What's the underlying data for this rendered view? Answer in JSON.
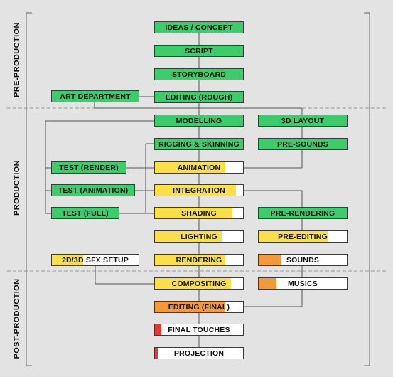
{
  "colors": {
    "green": "#3ccc6c",
    "yellow": "#f9e04a",
    "orange": "#f59a3c",
    "red": "#e53935",
    "empty": "#ffffff",
    "line": "#555555"
  },
  "phases": {
    "pre_production": "PRE-PRODUCTION",
    "production": "PRODUCTION",
    "post_production": "POST-PRODUCTION"
  },
  "nodes": {
    "ideas": {
      "label": "IDEAS / CONCEPT",
      "progress": 1.0,
      "color": "green"
    },
    "script": {
      "label": "SCRIPT",
      "progress": 1.0,
      "color": "green"
    },
    "storyboard": {
      "label": "STORYBOARD",
      "progress": 1.0,
      "color": "green"
    },
    "editing_rough": {
      "label": "EDITING (ROUGH)",
      "progress": 1.0,
      "color": "green"
    },
    "art_department": {
      "label": "ART DEPARTMENT",
      "progress": 1.0,
      "color": "green"
    },
    "modelling": {
      "label": "MODELLING",
      "progress": 1.0,
      "color": "green"
    },
    "layout_3d": {
      "label": "3D LAYOUT",
      "progress": 1.0,
      "color": "green"
    },
    "rigging": {
      "label": "RIGGING & SKINNING",
      "progress": 1.0,
      "color": "green"
    },
    "pre_sounds": {
      "label": "PRE-SOUNDS",
      "progress": 1.0,
      "color": "green"
    },
    "test_render": {
      "label": "TEST (RENDER)",
      "progress": 1.0,
      "color": "green"
    },
    "test_animation": {
      "label": "TEST (ANIMATION)",
      "progress": 1.0,
      "color": "green"
    },
    "test_full": {
      "label": "TEST (FULL)",
      "progress": 1.0,
      "color": "green"
    },
    "animation": {
      "label": "ANIMATION",
      "progress": 0.8,
      "color": "yellow"
    },
    "integration": {
      "label": "INTEGRATION",
      "progress": 0.92,
      "color": "yellow"
    },
    "shading": {
      "label": "SHADING",
      "progress": 0.88,
      "color": "yellow"
    },
    "pre_rendering": {
      "label": "PRE-RENDERING",
      "progress": 1.0,
      "color": "green"
    },
    "lighting": {
      "label": "LIGHTING",
      "progress": 0.76,
      "color": "yellow"
    },
    "pre_editing": {
      "label": "PRE-EDITING",
      "progress": 0.78,
      "color": "yellow"
    },
    "sfx_setup": {
      "label": "2D/3D SFX SETUP",
      "progress": 0.36,
      "color": "yellow"
    },
    "rendering": {
      "label": "RENDERING",
      "progress": 0.8,
      "color": "yellow"
    },
    "sounds": {
      "label": "SOUNDS",
      "progress": 0.25,
      "color": "orange"
    },
    "compositing": {
      "label": "COMPOSITING",
      "progress": 0.86,
      "color": "yellow"
    },
    "musics": {
      "label": "MUSICS",
      "progress": 0.2,
      "color": "orange"
    },
    "editing_final": {
      "label": "EDITING (FINAL)",
      "progress": 0.8,
      "color": "orange"
    },
    "final_touches": {
      "label": "FINAL TOUCHES",
      "progress": 0.07,
      "color": "red"
    },
    "projection": {
      "label": "PROJECTION",
      "progress": 0.03,
      "color": "red"
    }
  }
}
